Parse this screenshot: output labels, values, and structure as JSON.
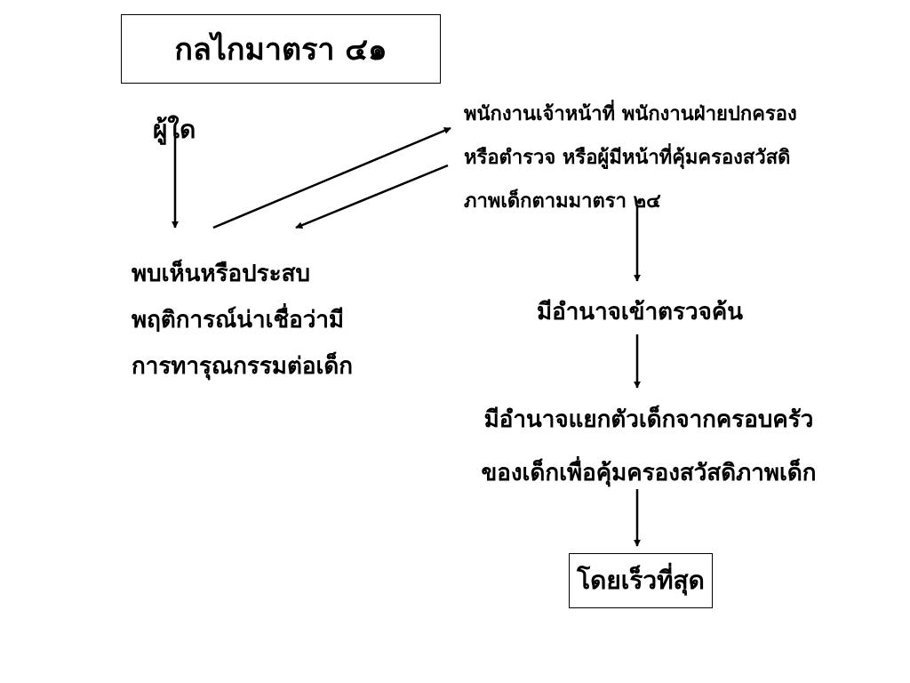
{
  "diagram": {
    "title": "กลไกมาตรา ๔๑",
    "actor": "ผู้ใด",
    "officials": "พนักงานเจ้าหน้าที่ พนักงานฝ่ายปกครอง\nหรือตำรวจ หรือผู้มีหน้าที่คุ้มครองสวัสดิ\nภาพเด็กตามมาตรา  ๒๔",
    "condition": "พบเห็นหรือประสบ\nพฤติการณ์น่าเชื่อว่ามี\nการทารุณกรรมต่อเด็ก",
    "power_inspect": "มีอำนาจเข้าตรวจค้น",
    "power_separate": "มีอำนาจแยกตัวเด็กจากครอบครัว\nของเด็กเพื่อคุ้มครองสวัสดิภาพเด็ก",
    "final": "โดยเร็วที่สุด"
  },
  "colors": {
    "line": "#000000",
    "background": "#ffffff"
  }
}
